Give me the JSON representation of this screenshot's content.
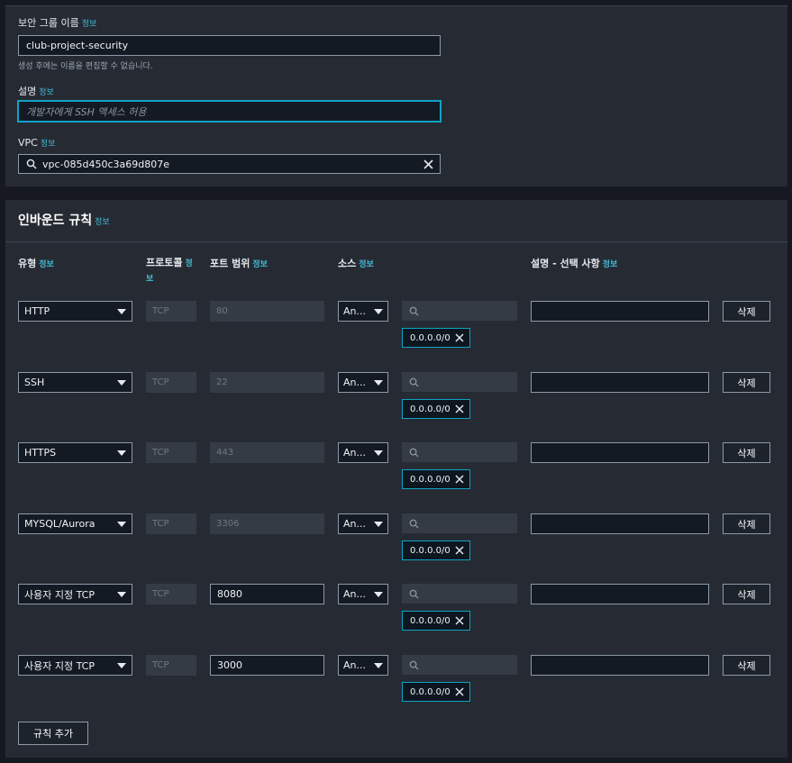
{
  "basic": {
    "name_label": "보안 그룹 이름",
    "name_value": "club-project-security",
    "name_hint": "생성 후에는 이름을 편집할 수 없습니다.",
    "desc_label": "설명",
    "desc_placeholder": "개발자에게 SSH 액세스 허용",
    "vpc_label": "VPC",
    "vpc_value": "vpc-085d450c3a69d807e"
  },
  "info_link": "정보",
  "inbound": {
    "title": "인바운드 규칙",
    "columns": {
      "type": "유형",
      "protocol_line1": "프로토콜",
      "protocol_info_1": "정",
      "protocol_info_2": "보",
      "port": "포트 범위",
      "source": "소스",
      "description": "설명 - 선택 사항"
    },
    "rules": [
      {
        "type": "HTTP",
        "protocol": "TCP",
        "port": "80",
        "port_editable": false,
        "source": "An...",
        "cidr": "0.0.0.0/0",
        "delete": "삭제"
      },
      {
        "type": "SSH",
        "protocol": "TCP",
        "port": "22",
        "port_editable": false,
        "source": "An...",
        "cidr": "0.0.0.0/0",
        "delete": "삭제"
      },
      {
        "type": "HTTPS",
        "protocol": "TCP",
        "port": "443",
        "port_editable": false,
        "source": "An...",
        "cidr": "0.0.0.0/0",
        "delete": "삭제"
      },
      {
        "type": "MYSQL/Aurora",
        "protocol": "TCP",
        "port": "3306",
        "port_editable": false,
        "source": "An...",
        "cidr": "0.0.0.0/0",
        "delete": "삭제"
      },
      {
        "type": "사용자 지정 TCP",
        "protocol": "TCP",
        "port": "8080",
        "port_editable": true,
        "source": "An...",
        "cidr": "0.0.0.0/0",
        "delete": "삭제"
      },
      {
        "type": "사용자 지정 TCP",
        "protocol": "TCP",
        "port": "3000",
        "port_editable": true,
        "source": "An...",
        "cidr": "0.0.0.0/0",
        "delete": "삭제"
      }
    ],
    "add_rule": "규칙 추가"
  }
}
